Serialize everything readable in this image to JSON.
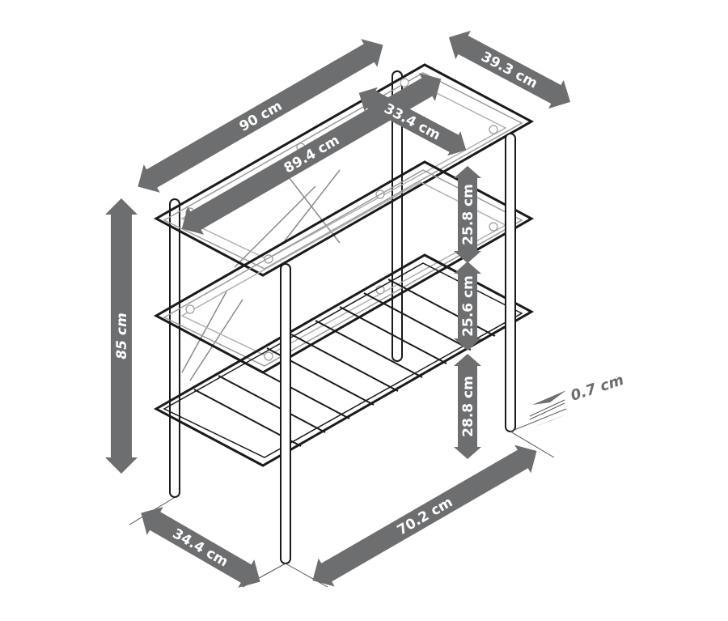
{
  "diagram": {
    "subject": "Three-tier shelf unit with two glass shelves and one slatted bottom shelf",
    "colors": {
      "arrow_fill": "#6d6e70",
      "label_text": "#ffffff",
      "frame_stroke": "#1a1a1a",
      "glass_stroke": "#9a9a9a",
      "background": "#ffffff"
    },
    "dimensions": {
      "overall_length": "90 cm",
      "overall_depth": "39.3 cm",
      "glass_length": "89.4 cm",
      "glass_depth": "33.4 cm",
      "overall_height": "85 cm",
      "gap_top": "25.8 cm",
      "gap_middle": "25.6 cm",
      "gap_bottom": "28.8 cm",
      "glass_thickness": "0.7 cm",
      "leg_span_depth": "34.4 cm",
      "leg_span_length": "70.2 cm"
    },
    "shelves": [
      {
        "position": "top",
        "type": "glass"
      },
      {
        "position": "middle",
        "type": "glass"
      },
      {
        "position": "bottom",
        "type": "slatted"
      }
    ]
  }
}
